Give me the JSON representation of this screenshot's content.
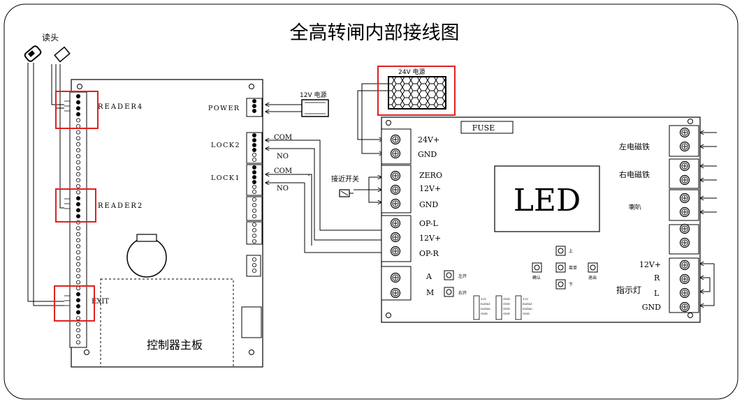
{
  "title": "全高转闸内部接线图",
  "reader_label": "读头",
  "controller": {
    "label": "控制器主板",
    "readers": [
      "READER4",
      "READER2",
      "EXIT"
    ],
    "power_label": "POWER",
    "lock2_label": "LOCK2",
    "lock1_label": "LOCK1",
    "com_label": "COM",
    "no_label": "NO"
  },
  "psu12": {
    "label": "12V 电源"
  },
  "psu24": {
    "label": "24V 电源"
  },
  "proximity_label": "接近开关",
  "board": {
    "fuse": "FUSE",
    "led": "LED",
    "power_terms": [
      "24V+",
      "GND"
    ],
    "zero_terms": [
      "ZERO",
      "12V+",
      "GND"
    ],
    "op_terms": [
      "OP-L",
      "12V+",
      "OP-R"
    ],
    "am_terms": [
      "A",
      "M"
    ],
    "open_left": "左开",
    "open_right": "右开",
    "btn_confirm": "确认",
    "btn_up": "上",
    "btn_menu": "菜单",
    "btn_exit": "退出",
    "btn_down": "下",
    "right_labels": [
      "左电磁铁",
      "右电磁铁",
      "喇叭"
    ],
    "indicator_label": "指示灯",
    "indicator_terms": [
      "12V+",
      "R",
      "L",
      "GND"
    ],
    "small_blocks": [
      [
        "12V",
        "DATA1",
        "DATA0",
        "GND"
      ],
      [
        "GND",
        "GND",
        "GND",
        "GND"
      ],
      [
        "12V",
        "DATA1",
        "DATA0",
        "GND"
      ]
    ]
  },
  "colors": {
    "highlight": "#e02020",
    "line": "#000000"
  }
}
